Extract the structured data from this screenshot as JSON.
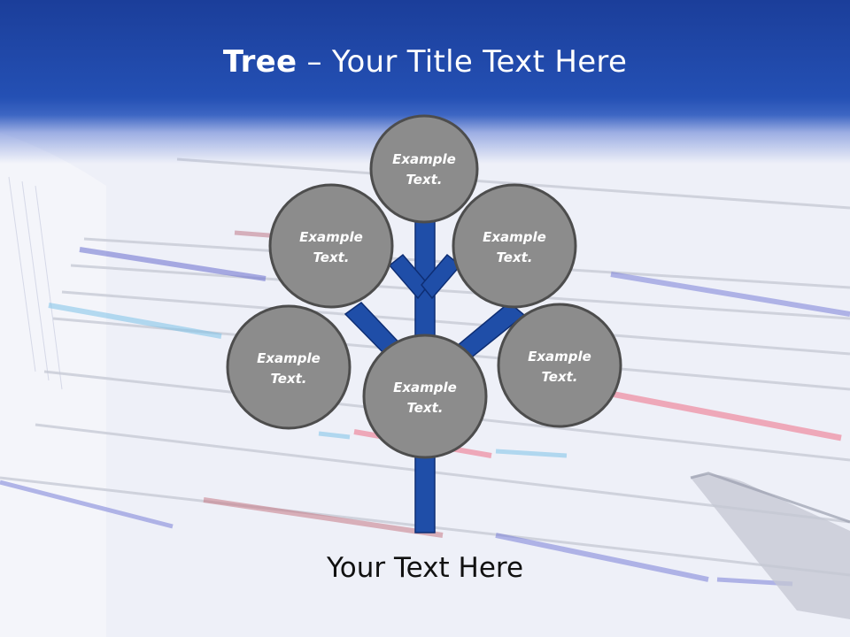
{
  "title": {
    "bold": "Tree",
    "dash": " – ",
    "rest": "Your Title Text Here"
  },
  "nodes": [
    {
      "id": "top",
      "line1": "Example",
      "line2": "Text."
    },
    {
      "id": "upper-left",
      "line1": "Example",
      "line2": "Text."
    },
    {
      "id": "upper-right",
      "line1": "Example",
      "line2": "Text."
    },
    {
      "id": "lower-left",
      "line1": "Example",
      "line2": "Text."
    },
    {
      "id": "center",
      "line1": "Example",
      "line2": "Text."
    },
    {
      "id": "lower-right",
      "line1": "Example",
      "line2": "Text."
    }
  ],
  "caption": "Your Text Here",
  "colors": {
    "header": "#2450b4",
    "trunk": "#1f4ea8",
    "node_fill": "#8c8c8c",
    "node_stroke": "#4d4d4d"
  }
}
